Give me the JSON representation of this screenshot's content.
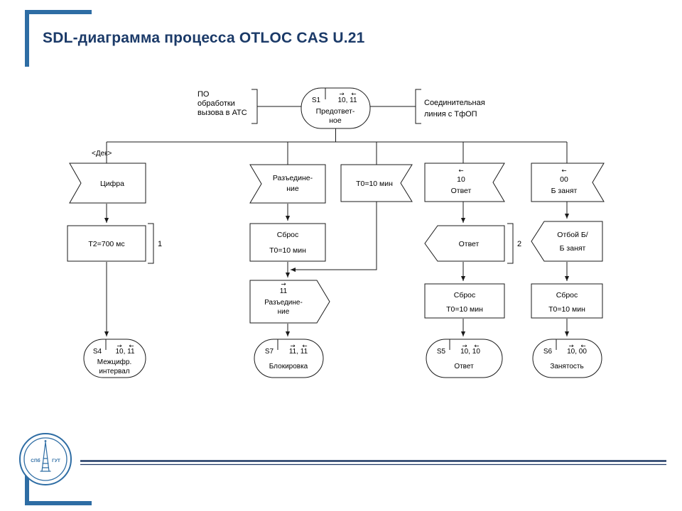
{
  "slide": {
    "title": "SDL-диаграмма процесса OTLOC CAS U.21",
    "logo": {
      "left": "СПб",
      "right": "ГУТ"
    }
  },
  "colors": {
    "accent_blue": "#2E6DA4",
    "title_navy": "#1B3A68",
    "footer_navy": "#1F3864",
    "diagram_line": "#1A1A1A",
    "background": "#FFFFFF"
  },
  "icons": {
    "arrow_right": "→",
    "arrow_left": "←"
  },
  "diagram": {
    "comment_left": {
      "line1": "ПО",
      "line2": "обработки",
      "line3": "вызова в АТС"
    },
    "comment_right": {
      "line1": "Соединительная",
      "line2": "линия с ТфОП"
    },
    "dek_label": "<Дек>",
    "s1": {
      "id": "S1",
      "signals": "10, 11",
      "name1": "Предответ-",
      "name2": "ное"
    },
    "branch_digit": {
      "input": "Цифра",
      "task": "T2=700 мс",
      "bracket": "1",
      "state": {
        "id": "S4",
        "signals": "10, 11",
        "name1": "Межцифр.",
        "name2": "интервал"
      }
    },
    "branch_release": {
      "input1": "Разъедине-",
      "input2": "ние",
      "task1": "Сброс",
      "task2": "T0=10 мин",
      "output_code": "11",
      "output1": "Разъедине-",
      "output2": "ние",
      "state": {
        "id": "S7",
        "signals": "11, 11",
        "name1": "Блокировка"
      }
    },
    "branch_timer": {
      "input": "T0=10 мин"
    },
    "branch_answer": {
      "input_code": "10",
      "input": "Ответ",
      "output": "Ответ",
      "bracket": "2",
      "task1": "Сброс",
      "task2": "T0=10 мин",
      "state": {
        "id": "S5",
        "signals": "10, 10",
        "name1": "Ответ"
      }
    },
    "branch_busy": {
      "input_code": "00",
      "input": "Б занят",
      "output1": "Отбой Б/",
      "output2": "Б занят",
      "task1": "Сброс",
      "task2": "T0=10 мин",
      "state": {
        "id": "S6",
        "signals": "10, 00",
        "name1": "Занятость"
      }
    }
  }
}
